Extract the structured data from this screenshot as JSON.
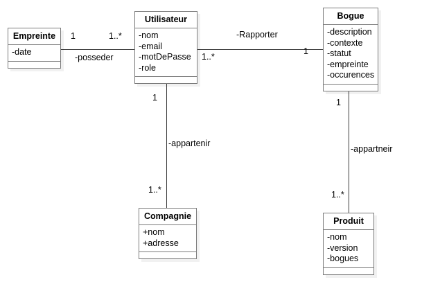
{
  "diagram": {
    "type": "uml-class-diagram",
    "title": "",
    "background_color": "#ffffff",
    "border_color": "#7a7a7a",
    "line_color": "#3a3a3a"
  },
  "classes": [
    {
      "id": "empreinte",
      "name": "Empreinte",
      "attributes": [
        "-date"
      ],
      "operations": []
    },
    {
      "id": "utilisateur",
      "name": "Utilisateur",
      "attributes": [
        "-nom",
        "-email",
        "-motDePasse",
        "-role"
      ],
      "operations": []
    },
    {
      "id": "bogue",
      "name": "Bogue",
      "attributes": [
        "-description",
        "-contexte",
        "-statut",
        "-empreinte",
        "-occurences"
      ],
      "operations": []
    },
    {
      "id": "compagnie",
      "name": "Compagnie",
      "attributes": [
        "+nom",
        "+adresse"
      ],
      "operations": []
    },
    {
      "id": "produit",
      "name": "Produit",
      "attributes": [
        "-nom",
        "-version",
        "-bogues"
      ],
      "operations": []
    }
  ],
  "associations": [
    {
      "id": "posseder",
      "label": "-posseder",
      "source": "Empreinte",
      "target": "Utilisateur",
      "source_multiplicity": "1",
      "target_multiplicity": "1..*"
    },
    {
      "id": "rapporter",
      "label": "-Rapporter",
      "source": "Utilisateur",
      "target": "Bogue",
      "source_multiplicity": "1..*",
      "target_multiplicity": "1"
    },
    {
      "id": "appartenir",
      "label": "-appartenir",
      "source": "Utilisateur",
      "target": "Compagnie",
      "source_multiplicity": "1",
      "target_multiplicity": "1..*"
    },
    {
      "id": "appartneir",
      "label": "-appartneir",
      "source": "Bogue",
      "target": "Produit",
      "source_multiplicity": "1",
      "target_multiplicity": "1..*"
    }
  ]
}
